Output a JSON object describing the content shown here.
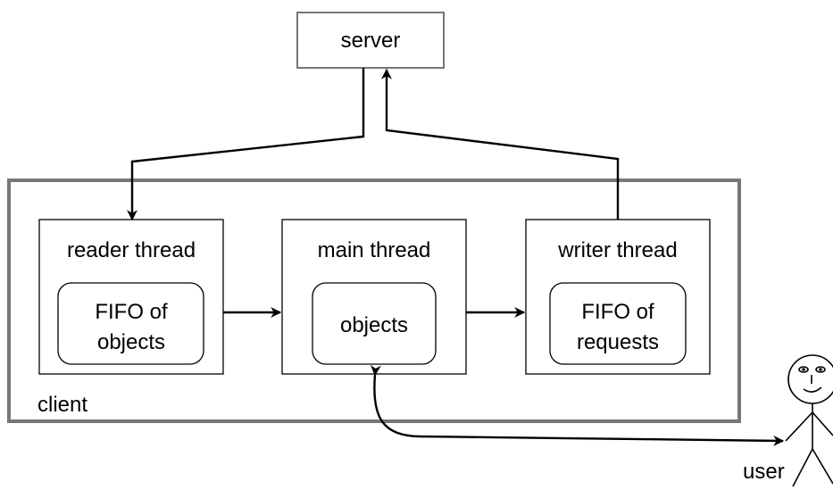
{
  "diagram": {
    "server_label": "server",
    "client_label": "client",
    "reader": {
      "title": "reader thread",
      "inner_line1": "FIFO of",
      "inner_line2": "objects"
    },
    "main": {
      "title": "main thread",
      "inner": "objects"
    },
    "writer": {
      "title": "writer thread",
      "inner_line1": "FIFO of",
      "inner_line2": "requests"
    },
    "user_label": "user"
  },
  "colors": {
    "line": "#000000",
    "client_border": "#777777",
    "server_border": "#777777",
    "background": "#ffffff"
  }
}
